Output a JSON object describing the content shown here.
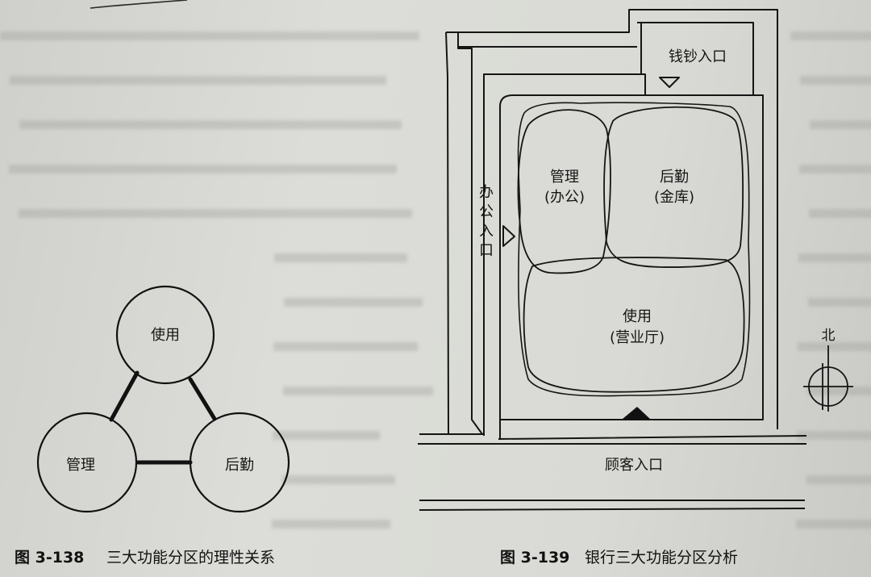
{
  "fig138": {
    "nodes": {
      "use": "使用",
      "mgmt": "管理",
      "logistics": "后勤"
    },
    "caption": {
      "number": "图 3-138",
      "title": "三大功能分区的理性关系"
    }
  },
  "fig139": {
    "zones": {
      "mgmt_line1": "管理",
      "mgmt_line2": "(办公)",
      "logistics_line1": "后勤",
      "logistics_line2": "(金库)",
      "use_line1": "使用",
      "use_line2": "(营业厅)"
    },
    "entrances": {
      "cash": "钱钞入口",
      "office": [
        "办",
        "公",
        "入",
        "口"
      ],
      "customer": "顾客入口"
    },
    "north": "北",
    "caption": {
      "number": "图 3-139",
      "title": "银行三大功能分区分析"
    }
  },
  "colors": {
    "ink": "#151515",
    "paper": "#d9dad5",
    "bg_text": "#9a9b97"
  }
}
